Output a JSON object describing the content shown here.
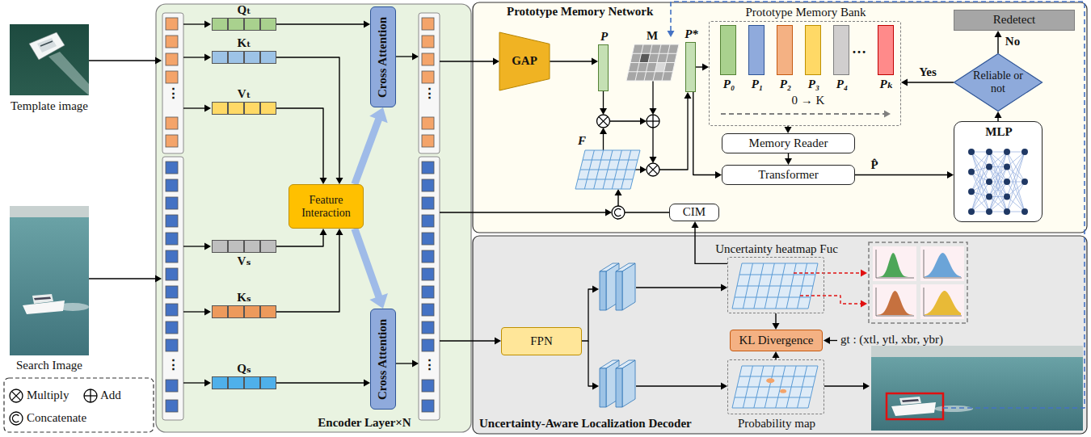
{
  "diagram": {
    "nodes": [
      {
        "text": [
          "Encoder Layer×N"
        ]
      },
      {
        "text": [
          "Qₜ"
        ],
        "in": 0
      },
      {
        "text": [
          "Kₜ"
        ],
        "in": 0
      },
      {
        "text": [
          "Vₜ"
        ],
        "in": 0
      },
      {
        "text": [
          "Cross Attention"
        ],
        "in": 0
      },
      {
        "text": [
          "Feature Interaction"
        ],
        "in": 0
      },
      {
        "text": [
          "Vₛ"
        ],
        "in": 0
      },
      {
        "text": [
          "Kₛ"
        ],
        "in": 0
      },
      {
        "text": [
          "Cross Attention"
        ],
        "in": 0
      },
      {
        "text": [
          "Qₛ"
        ],
        "in": 0
      },
      {
        "text": [
          "Prototype Memory Network"
        ]
      },
      {
        "text": [
          "GAP"
        ],
        "in": 10
      },
      {
        "text": [
          "P"
        ],
        "in": 10
      },
      {
        "text": [
          "M"
        ],
        "in": 10
      },
      {
        "text": [
          "F"
        ],
        "in": 10
      },
      {
        "text": [
          "P*"
        ],
        "in": 10
      },
      {
        "text": [
          "Prototype Memory Bank"
        ],
        "in": 10
      },
      {
        "text": [
          "P₀"
        ],
        "in": 16
      },
      {
        "text": [
          "P₁"
        ],
        "in": 16
      },
      {
        "text": [
          "P₂"
        ],
        "in": 16
      },
      {
        "text": [
          "P₃"
        ],
        "in": 16
      },
      {
        "text": [
          "P₄"
        ],
        "in": 16
      },
      {
        "text": [
          "Pₖ"
        ],
        "in": 16
      },
      {
        "text": [
          "Redetect"
        ],
        "in": 10
      },
      {
        "text": [
          "Reliable or not"
        ],
        "in": 10
      },
      {
        "text": [
          "MLP"
        ],
        "in": 10
      },
      {
        "text": [
          "Memory Reader"
        ],
        "in": 10
      },
      {
        "text": [
          "Transformer"
        ],
        "in": 10
      },
      {
        "text": [
          "CIM"
        ],
        "in": 10
      },
      {
        "text": [
          "Uncertainty-Aware Localization Decoder"
        ]
      },
      {
        "text": [
          "FPN"
        ],
        "in": 29
      },
      {
        "text": [
          "Uncertainty heatmap Fuc"
        ],
        "in": 29
      },
      {
        "text": [
          "KL Divergence"
        ],
        "in": 29
      },
      {
        "text": [
          "Probability map"
        ],
        "in": 29
      }
    ],
    "edges": [
      {
        "from": 1,
        "to": 4,
        "arrow": "to"
      },
      {
        "from": 2,
        "to": 5,
        "arrow": "to"
      },
      {
        "from": 3,
        "to": 5,
        "arrow": "to"
      },
      {
        "from": 6,
        "to": 5,
        "arrow": "to"
      },
      {
        "from": 7,
        "to": 5,
        "arrow": "to"
      },
      {
        "from": 5,
        "to": 4,
        "arrow": "to"
      },
      {
        "from": 5,
        "to": 8,
        "arrow": "to"
      },
      {
        "from": 9,
        "to": 8,
        "arrow": "to"
      },
      {
        "from": 11,
        "to": 12,
        "arrow": "to"
      },
      {
        "from": 15,
        "to": 16,
        "arrow": "to"
      },
      {
        "from": 15,
        "to": 27,
        "arrow": "to"
      },
      {
        "from": 16,
        "to": 26,
        "arrow": "to"
      },
      {
        "from": 26,
        "to": 27,
        "arrow": "to"
      },
      {
        "from": 27,
        "to": 25,
        "label": "P̂",
        "arrow": "to"
      },
      {
        "from": 25,
        "to": 24,
        "arrow": "to"
      },
      {
        "from": 24,
        "to": 23,
        "label": "No",
        "arrow": "to"
      },
      {
        "from": 24,
        "to": 16,
        "label": "Yes",
        "arrow": "to"
      },
      {
        "from": 31,
        "to": 28,
        "arrow": "to"
      },
      {
        "from": 28,
        "to": 14,
        "arrow": "to"
      },
      {
        "from": 31,
        "to": 32,
        "arrow": "to"
      },
      {
        "from": 33,
        "to": 32,
        "arrow": "to"
      }
    ],
    "labels": [
      "Template image",
      "Search Image",
      "⋮",
      "⋮",
      "⋮",
      "⋮",
      "…",
      "0 → K",
      "gt : (xtl, ytl, xbr, ybr)"
    ],
    "legend": [
      {
        "text": "Multiply"
      },
      {
        "text": "Add"
      },
      {
        "text": "Concatenate"
      }
    ]
  }
}
